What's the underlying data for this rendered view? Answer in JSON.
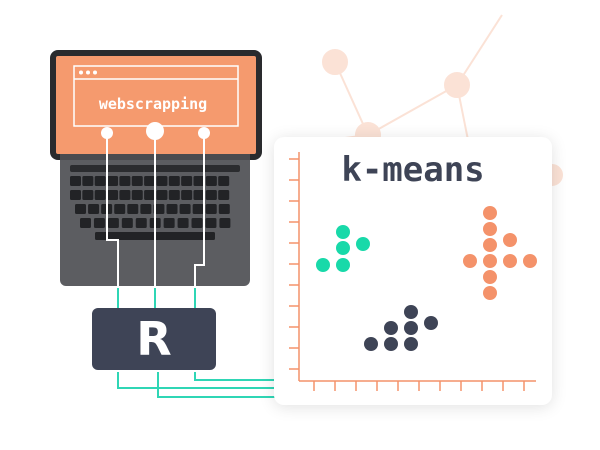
{
  "laptop": {
    "screen_label": "webscrapping",
    "colors": {
      "screen": "#f59a6e",
      "body": "#5c5d61",
      "keys": "#222326"
    }
  },
  "r_box": {
    "label": "R",
    "color": "#3e4456"
  },
  "card": {
    "title": "k-means",
    "clusters": [
      {
        "name": "teal",
        "color": "#18d9a9"
      },
      {
        "name": "orange",
        "color": "#f4926a"
      },
      {
        "name": "navy",
        "color": "#3e4456"
      }
    ]
  },
  "colors": {
    "connector": "#2fd6b5",
    "network": "#fbe0d4"
  }
}
